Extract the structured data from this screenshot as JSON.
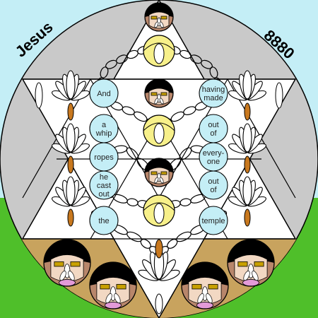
{
  "corner_text": {
    "left": "Jesus",
    "right": "8880"
  },
  "left_words": [
    "And",
    "a\nwhip",
    "ropes",
    "he\ncast\nout",
    "the"
  ],
  "right_words": [
    "having\nmade",
    "out\nof",
    "every-\none",
    "out\nof",
    "temple"
  ],
  "colors": {
    "sky": "#c4eef6",
    "grass": "#4fbf2a",
    "disc": "#c9c9c9",
    "ground": "#c8a35e",
    "star": "#ffffff",
    "bubble": "#c4eef6",
    "halo": "#f7f08a",
    "face": "#b8866b",
    "petal_orange": "#c8781e",
    "petal_pink": "#e39ad8"
  },
  "icons": [
    "face-icon",
    "lotus-icon",
    "halo-icon",
    "chain-link-icon"
  ]
}
